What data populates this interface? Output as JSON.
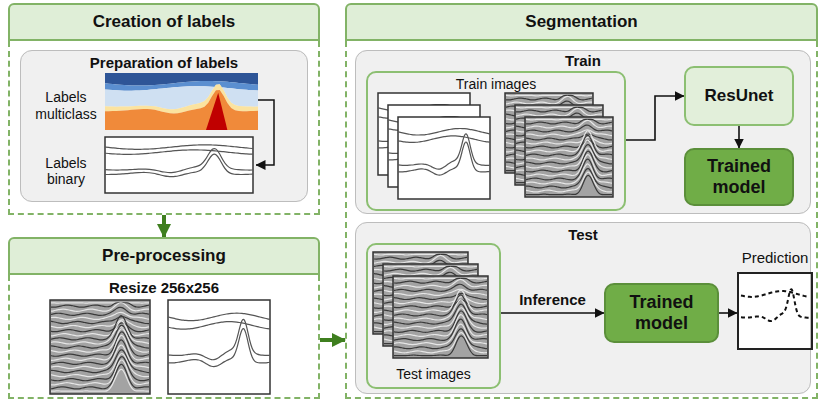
{
  "diagram": {
    "nodes": [
      {
        "text": [
          "Creation of labels"
        ]
      },
      {
        "text": [
          "Preparation of labels",
          "Labels multiclass",
          "Labels binary"
        ],
        "in": 0
      },
      {
        "text": [
          "Pre-processing",
          "Resize 256x256"
        ]
      },
      {
        "text": [
          "Segmentation"
        ]
      },
      {
        "text": [
          "Train"
        ],
        "in": 3
      },
      {
        "text": [
          "Train images"
        ],
        "in": 4
      },
      {
        "text": [
          "ResUnet"
        ],
        "in": 4
      },
      {
        "text": [
          "Trained model"
        ],
        "in": 4
      },
      {
        "text": [
          "Test"
        ],
        "in": 3
      },
      {
        "text": [
          "Test images"
        ],
        "in": 8
      },
      {
        "text": [
          "Trained model"
        ],
        "in": 8
      },
      {
        "text": [
          "Prediction"
        ],
        "in": 8
      }
    ],
    "edges": [
      {
        "from": 0,
        "to": 2,
        "arrow": "to"
      },
      {
        "from": 2,
        "to": 3,
        "arrow": "to"
      },
      {
        "from": 5,
        "to": 6,
        "arrow": "to"
      },
      {
        "from": 6,
        "to": 7,
        "arrow": "to"
      },
      {
        "from": 9,
        "to": 10,
        "label": "Inference",
        "arrow": "to"
      },
      {
        "from": 10,
        "to": 11,
        "arrow": "to"
      }
    ]
  }
}
